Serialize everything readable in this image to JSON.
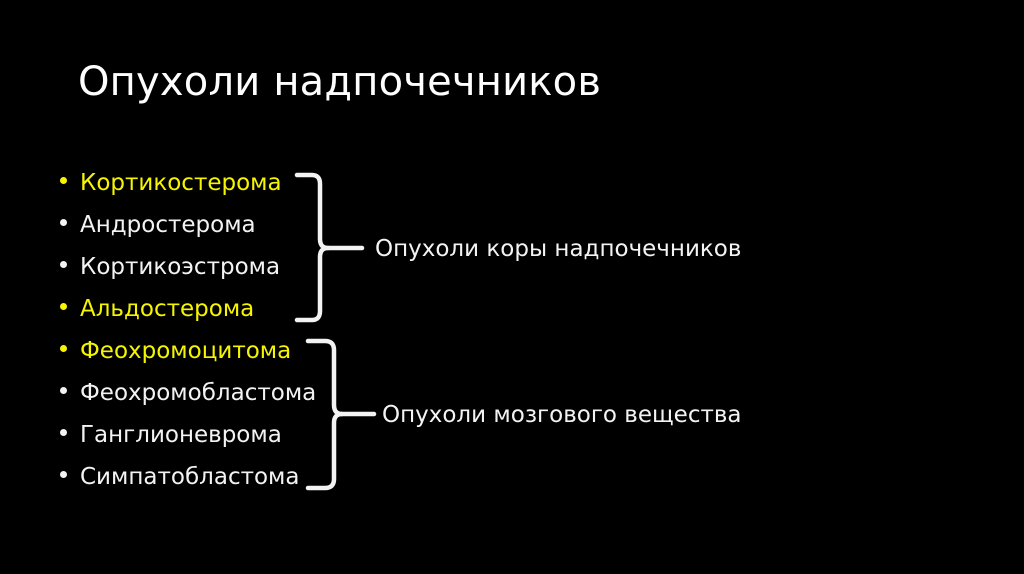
{
  "slide": {
    "title": "Опухоли надпочечников",
    "background_color": "#000000",
    "text_color": "#f3f3f3",
    "highlight_color": "#f5f500"
  },
  "bullets": [
    {
      "label": "Кортикостерома",
      "color": "#f5f500",
      "highlighted": true,
      "group": "cortex"
    },
    {
      "label": "Андростерома",
      "color": "#f3f3f3",
      "highlighted": false,
      "group": "cortex"
    },
    {
      "label": "Кортикоэстрома",
      "color": "#f3f3f3",
      "highlighted": false,
      "group": "cortex"
    },
    {
      "label": "Альдостерома",
      "color": "#f5f500",
      "highlighted": true,
      "group": "cortex"
    },
    {
      "label": "Феохромоцитома",
      "color": "#f5f500",
      "highlighted": true,
      "group": "medulla"
    },
    {
      "label": "Феохромобластома",
      "color": "#f3f3f3",
      "highlighted": false,
      "group": "medulla"
    },
    {
      "label": "Ганглионеврома",
      "color": "#f3f3f3",
      "highlighted": false,
      "group": "medulla"
    },
    {
      "label": "Симпатобластома",
      "color": "#f3f3f3",
      "highlighted": false,
      "group": "medulla"
    }
  ],
  "groups": {
    "cortex": {
      "label": "Опухоли коры надпочечников"
    },
    "medulla": {
      "label": "Опухоли мозгового вещества"
    }
  }
}
